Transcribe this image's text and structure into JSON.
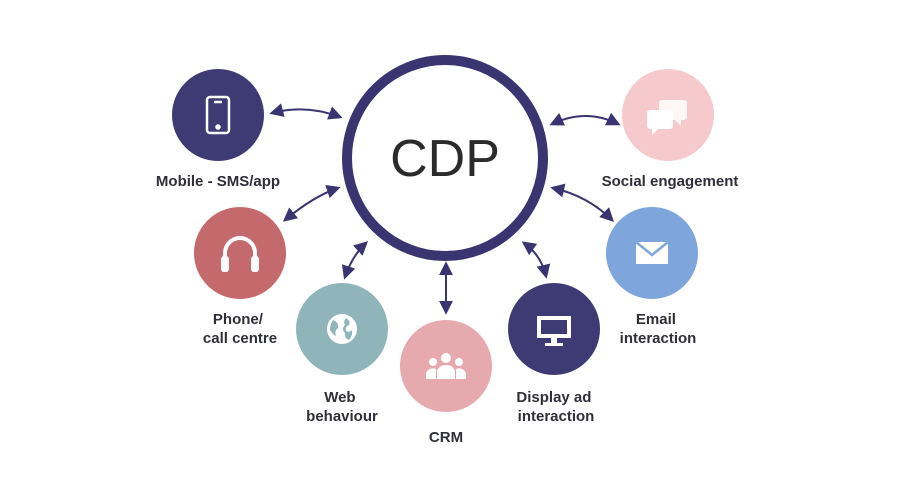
{
  "center": {
    "label": "CDP",
    "ring_color": "#3a3570"
  },
  "arrow_color": "#3a3570",
  "nodes": [
    {
      "id": "mobile",
      "label_lines": [
        "Mobile - SMS/app"
      ],
      "color": "#3e3a74",
      "icon": "smartphone-icon"
    },
    {
      "id": "social",
      "label_lines": [
        "Social engagement"
      ],
      "color": "#f6c9cd",
      "icon": "chat-bubbles-icon"
    },
    {
      "id": "phone",
      "label_lines": [
        "Phone/",
        "call centre"
      ],
      "color": "#c46a6c",
      "icon": "headphones-icon"
    },
    {
      "id": "email",
      "label_lines": [
        "Email",
        "interaction"
      ],
      "color": "#7ea6dc",
      "icon": "envelope-icon"
    },
    {
      "id": "web",
      "label_lines": [
        "Web",
        "behaviour"
      ],
      "color": "#8fb5ba",
      "icon": "globe-icon"
    },
    {
      "id": "crm",
      "label_lines": [
        "CRM"
      ],
      "color": "#e6a9ad",
      "icon": "people-icon"
    },
    {
      "id": "display",
      "label_lines": [
        "Display ad",
        "interaction"
      ],
      "color": "#3e3a74",
      "icon": "monitor-icon"
    }
  ]
}
